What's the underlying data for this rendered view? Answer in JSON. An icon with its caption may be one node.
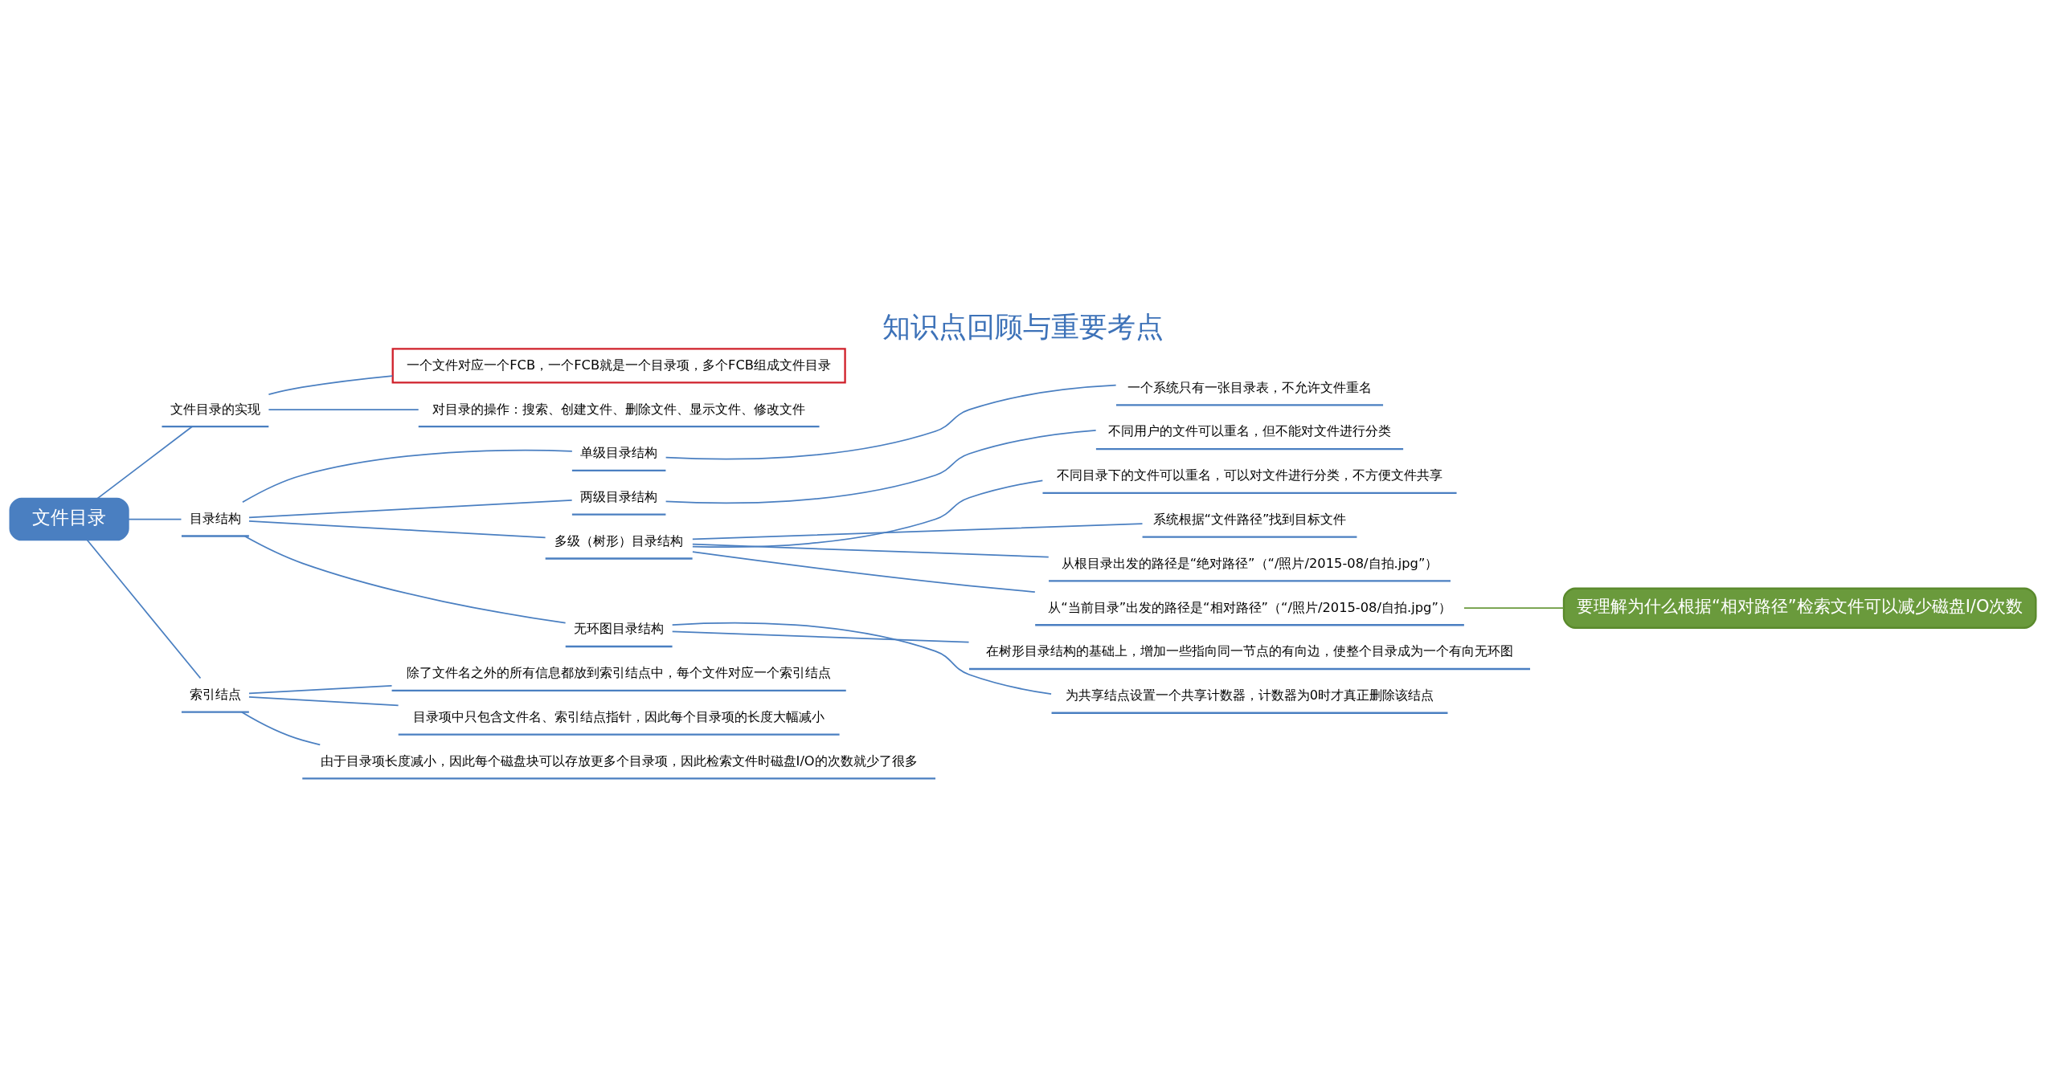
{
  "diagram": {
    "title": "知识点回顾与重要考点",
    "nodes": [
      {
        "text": [
          "文件目录"
        ]
      },
      {
        "text": [
          "文件目录的实现"
        ]
      },
      {
        "text": [
          "一个文件对应一个FCB，一个FCB就是一个目录项，多个FCB组成文件目录"
        ]
      },
      {
        "text": [
          "对目录的操作：搜索、创建文件、删除文件、显示文件、修改文件"
        ]
      },
      {
        "text": [
          "目录结构"
        ]
      },
      {
        "text": [
          "单级目录结构"
        ]
      },
      {
        "text": [
          "一个系统只有一张目录表，不允许文件重名"
        ]
      },
      {
        "text": [
          "两级目录结构"
        ]
      },
      {
        "text": [
          "不同用户的文件可以重名，但不能对文件进行分类"
        ]
      },
      {
        "text": [
          "多级（树形）目录结构"
        ]
      },
      {
        "text": [
          "不同目录下的文件可以重名，可以对文件进行分类，不方便文件共享"
        ]
      },
      {
        "text": [
          "系统根据“文件路径”找到目标文件"
        ]
      },
      {
        "text": [
          "从根目录出发的路径是“绝对路径”（“/照片/2015-08/自拍.jpg”）"
        ]
      },
      {
        "text": [
          "从“当前目录”出发的路径是“相对路径”（“/照片/2015-08/自拍.jpg”）"
        ]
      },
      {
        "text": [
          "无环图目录结构"
        ]
      },
      {
        "text": [
          "在树形目录结构的基础上，增加一些指向同一节点的有向边，使整个目录成为一个有向无环图"
        ]
      },
      {
        "text": [
          "为共享结点设置一个共享计数器，计数器为0时才真正删除该结点"
        ]
      },
      {
        "text": [
          "索引结点"
        ]
      },
      {
        "text": [
          "除了文件名之外的所有信息都放到索引结点中，每个文件对应一个索引结点"
        ]
      },
      {
        "text": [
          "目录项中只包含文件名、索引结点指针，因此每个目录项的长度大幅减小"
        ]
      },
      {
        "text": [
          "由于目录项长度减小，因此每个磁盘块可以存放更多个目录项，因此检索文件时磁盘I/O的次数就少了很多"
        ]
      },
      {
        "text": [
          "要理解为什么根据“相对路径”检索文件可以减少磁盘I/O次数"
        ]
      }
    ],
    "edges": [
      {
        "from": 0,
        "to": 1,
        "arrow": "none"
      },
      {
        "from": 1,
        "to": 2,
        "arrow": "none"
      },
      {
        "from": 1,
        "to": 3,
        "arrow": "none"
      },
      {
        "from": 0,
        "to": 4,
        "arrow": "none"
      },
      {
        "from": 4,
        "to": 5,
        "arrow": "none"
      },
      {
        "from": 5,
        "to": 6,
        "arrow": "none"
      },
      {
        "from": 4,
        "to": 7,
        "arrow": "none"
      },
      {
        "from": 7,
        "to": 8,
        "arrow": "none"
      },
      {
        "from": 4,
        "to": 9,
        "arrow": "none"
      },
      {
        "from": 9,
        "to": 10,
        "arrow": "none"
      },
      {
        "from": 9,
        "to": 11,
        "arrow": "none"
      },
      {
        "from": 9,
        "to": 12,
        "arrow": "none"
      },
      {
        "from": 9,
        "to": 13,
        "arrow": "none"
      },
      {
        "from": 4,
        "to": 14,
        "arrow": "none"
      },
      {
        "from": 14,
        "to": 15,
        "arrow": "none"
      },
      {
        "from": 14,
        "to": 16,
        "arrow": "none"
      },
      {
        "from": 0,
        "to": 17,
        "arrow": "none"
      },
      {
        "from": 17,
        "to": 18,
        "arrow": "none"
      },
      {
        "from": 17,
        "to": 19,
        "arrow": "none"
      },
      {
        "from": 17,
        "to": 20,
        "arrow": "none"
      },
      {
        "from": 21,
        "to": 13,
        "arrow": "none",
        "color": "#6a9a3c"
      }
    ]
  }
}
